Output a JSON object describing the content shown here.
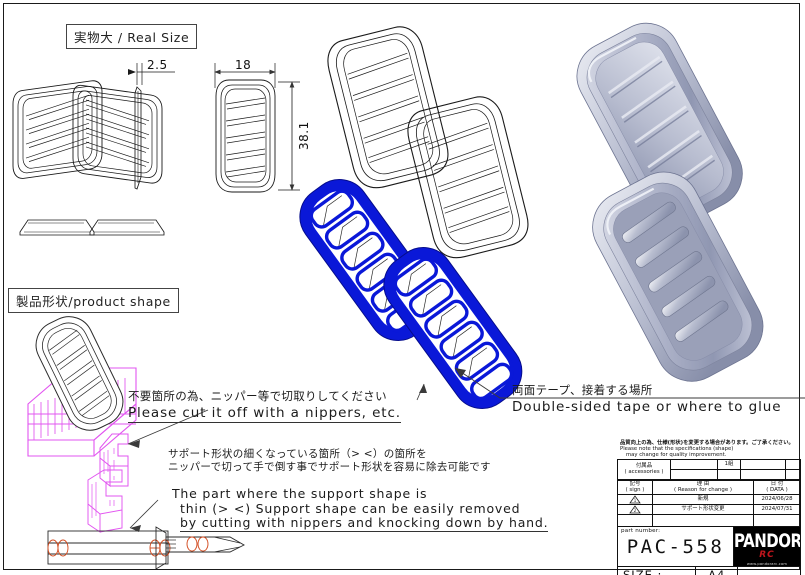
{
  "sheet": {
    "paper_size": "A4",
    "line_color": "#1a1a1a",
    "accent_blue": "#0a18d8",
    "accent_magenta": "#e255f0",
    "render_gray": "#a9aec4"
  },
  "labels": {
    "real_size": "実物大  /  Real Size",
    "product_shape": "製品形状/product shape"
  },
  "dimensions": {
    "thickness": "2.5",
    "width": "18",
    "height": "38.1"
  },
  "annotations": {
    "cut_off": {
      "jp": "不要箇所の為、ニッパー等で切取りしてください",
      "en": "Please cut it off with a nippers, etc."
    },
    "support_removal": {
      "jp_line1": "サポート形状の細くなっている箇所（>  <）の箇所を",
      "jp_line2": "ニッパーで切って手で倒す事でサポート形状を容易に除去可能です",
      "en_line1": "The part where the support shape is",
      "en_line2": "thin (> <) Support shape can be easily removed",
      "en_line3": "by cutting with nippers and knocking down by hand."
    },
    "glue_area": {
      "jp": "両面テープ、接着する場所",
      "en": "Double-sided tape or where to glue"
    }
  },
  "titleblock": {
    "note_jp": "品質向上の為、仕様(形状)を変更する場合があります。ご了承ください。",
    "note_en_1": "Please note that the specifications (shape)",
    "note_en_2": "may change for quality improvement.",
    "accessories_jp": "付属品",
    "accessories_en": "( accessories )",
    "accessories_qty": "1組",
    "col_sign_jp": "記号",
    "col_sign_en": "( sign )",
    "col_reason_jp": "理 由",
    "col_reason_en": "( Reason for change )",
    "col_date_jp": "日 付",
    "col_date_en": "( DATA )",
    "revisions": [
      {
        "sign": "1",
        "reason": "新規",
        "date": "2024/06/28"
      },
      {
        "sign": "2",
        "reason": "サポート形状変更",
        "date": "2024/07/31"
      },
      {
        "sign": "",
        "reason": "",
        "date": ""
      }
    ],
    "part_number_label": "part number:",
    "part_number": "PAC-558",
    "size_label": "SIZE : FREE",
    "paper": "A4",
    "brand": "PANDORA",
    "brand_sub": "RC",
    "brand_url": "www.pandorarc.com"
  }
}
